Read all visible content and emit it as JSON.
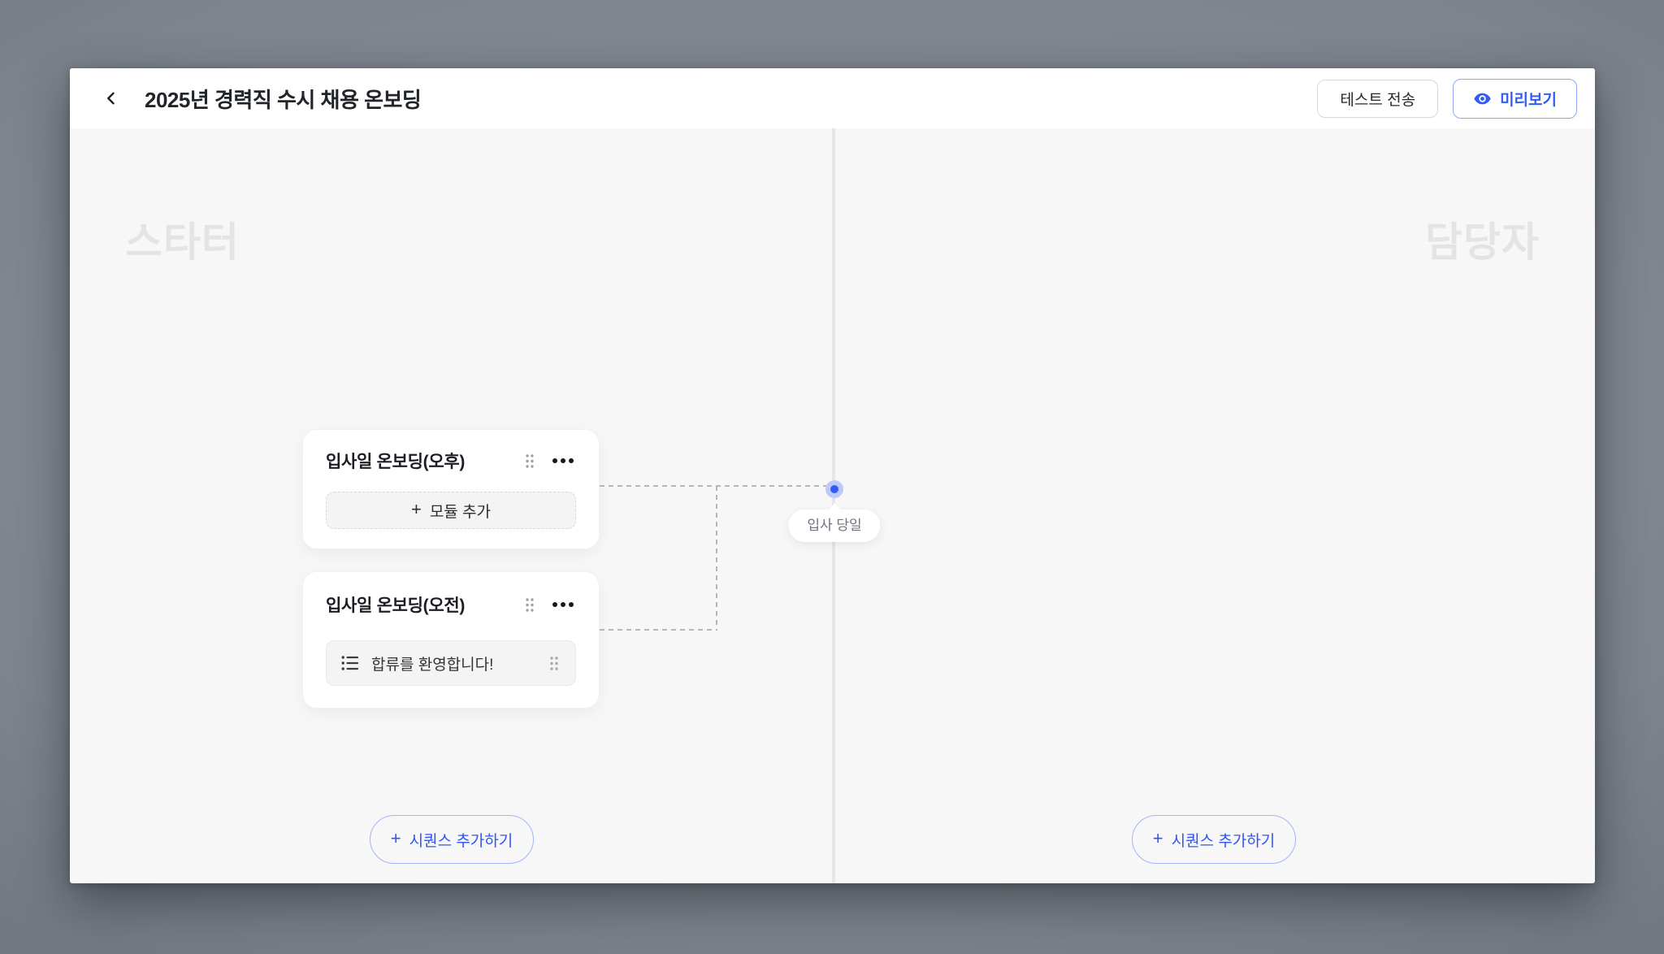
{
  "header": {
    "title": "2025년 경력직 수시 채용 온보딩",
    "test_send_button": "테스트 전송",
    "preview_button": "미리보기"
  },
  "board": {
    "left_zone_watermark": "스타터",
    "right_zone_watermark": "담당자",
    "timeline_marker_label": "입사 당일",
    "sequences": [
      {
        "title": "입사일 온보딩(오후)",
        "add_module_button": "모듈 추가",
        "modules": []
      },
      {
        "title": "입사일 온보딩(오전)",
        "modules": [
          {
            "title": "합류를 환영합니다!"
          }
        ]
      }
    ],
    "add_sequence_button": "시퀀스 추가하기"
  },
  "icons": {
    "plus": "+"
  },
  "colors": {
    "accent_blue": "#335CF4",
    "halo_blue": "#BDC9FB",
    "canvas_bg": "#F7F7F8",
    "connector_gray": "#B4B7BE"
  }
}
